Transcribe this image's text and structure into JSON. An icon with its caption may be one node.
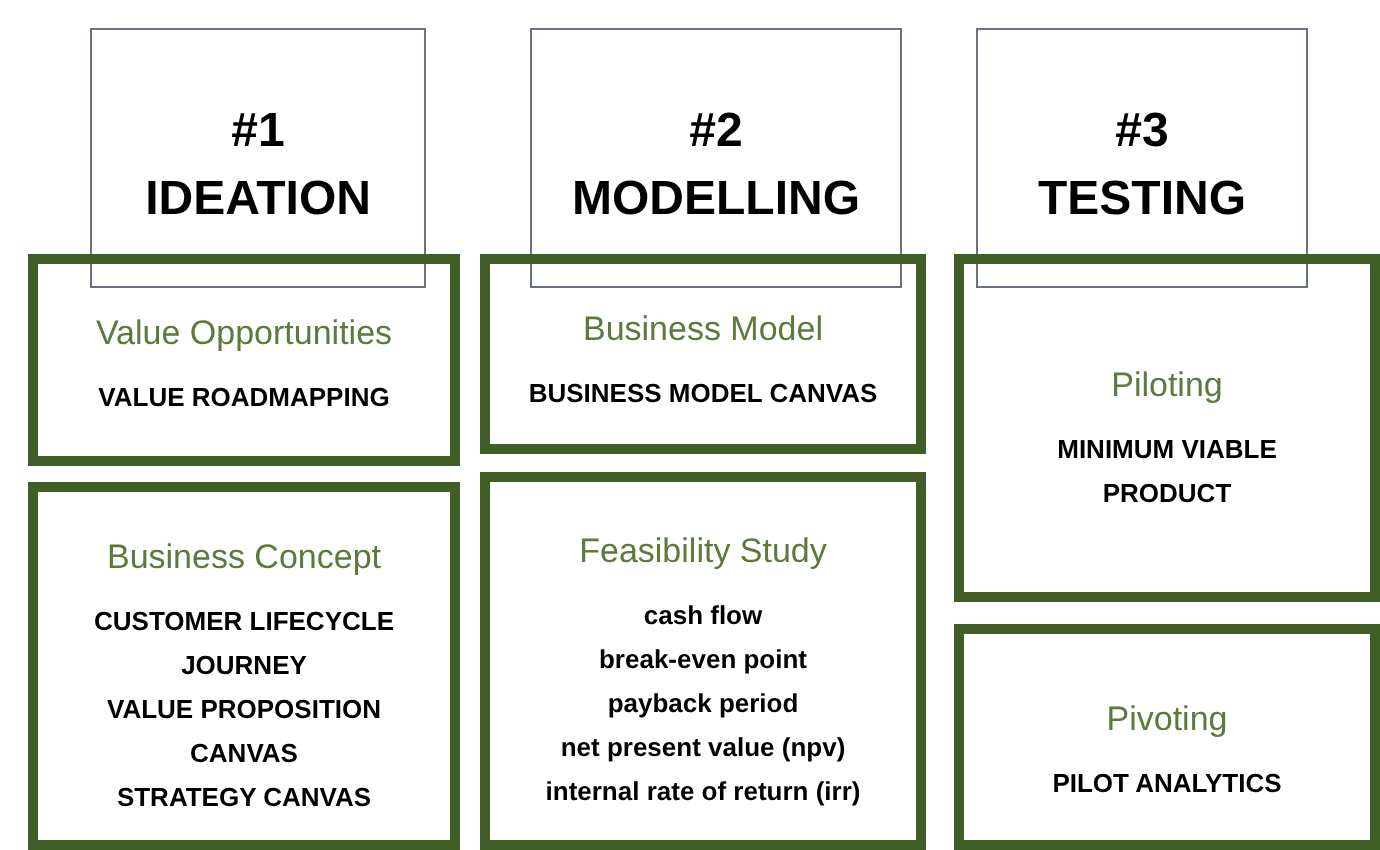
{
  "diagram": {
    "nodes": [
      {
        "text": [
          "#1 IDEATION"
        ]
      },
      {
        "text": [
          "#2 MODELLING"
        ]
      },
      {
        "text": [
          "#3 TESTING"
        ]
      },
      {
        "text": [
          "Value Opportunities",
          "VALUE ROADMAPPING"
        ]
      },
      {
        "text": [
          "Business Model",
          "BUSINESS MODEL CANVAS"
        ]
      },
      {
        "text": [
          "Piloting",
          "MINIMUM VIABLE PRODUCT"
        ]
      },
      {
        "text": [
          "Business Concept",
          "CUSTOMER LIFECYCLE JOURNEY",
          "VALUE PROPOSITION CANVAS",
          "STRATEGY CANVAS"
        ]
      },
      {
        "text": [
          "Feasibility Study",
          "cash flow",
          "break-even point",
          "payback period",
          "net present value (npv)",
          "internal rate of return (irr)"
        ]
      },
      {
        "text": [
          "Pivoting",
          "PILOT ANALYTICS"
        ]
      }
    ]
  }
}
